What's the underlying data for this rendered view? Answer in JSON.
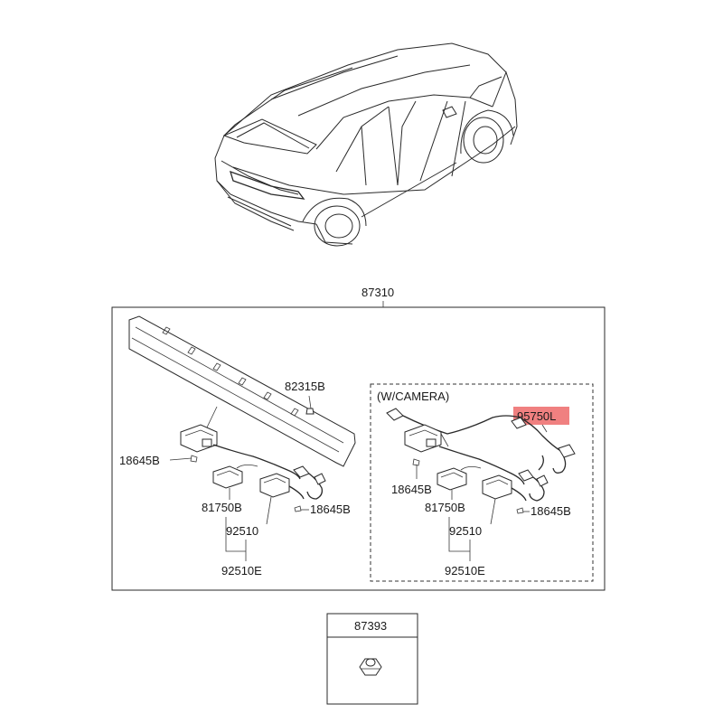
{
  "diagram": {
    "assembly_label": "87310",
    "variant_label": "(W/CAMERA)",
    "highlight_color": "#f08080",
    "left_group": {
      "label_82315B": "82315B",
      "label_18645B_left": "18645B",
      "label_81750B": "81750B",
      "label_18645B_right": "18645B",
      "label_92510": "92510",
      "label_92510E": "92510E"
    },
    "right_group": {
      "label_95750L": "95750L",
      "label_18645B_left": "18645B",
      "label_81750B": "81750B",
      "label_18645B_right": "18645B",
      "label_92510": "92510",
      "label_92510E": "92510E"
    },
    "nut_box": {
      "label": "87393"
    }
  }
}
